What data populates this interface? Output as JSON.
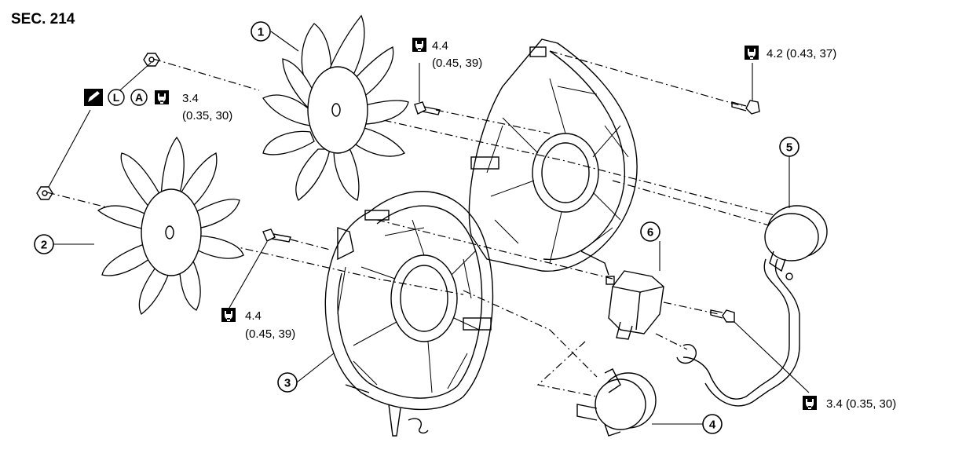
{
  "section": "SEC. 214",
  "callouts": [
    {
      "id": "1",
      "label": "1"
    },
    {
      "id": "2",
      "label": "2"
    },
    {
      "id": "3",
      "label": "3"
    },
    {
      "id": "4",
      "label": "4"
    },
    {
      "id": "5",
      "label": "5"
    },
    {
      "id": "6",
      "label": "6"
    }
  ],
  "torques": {
    "fan_bolt_top": {
      "line1": "4.4",
      "line2": "(0.45, 39)"
    },
    "shroud_bolt_right": {
      "line1": "4.2 (0.43, 37)"
    },
    "fan_nut": {
      "line1": "3.4",
      "line2": "(0.35, 30)"
    },
    "fan_bolt_left": {
      "line1": "4.4",
      "line2": "(0.45, 39)"
    },
    "resistor_bolt": {
      "line1": "3.4 (0.35, 30)"
    }
  },
  "symbols": {
    "locking_sealant": "L",
    "anti_seize": "A"
  },
  "icons": [
    "torque-wrench-icon",
    "pencil-icon"
  ]
}
